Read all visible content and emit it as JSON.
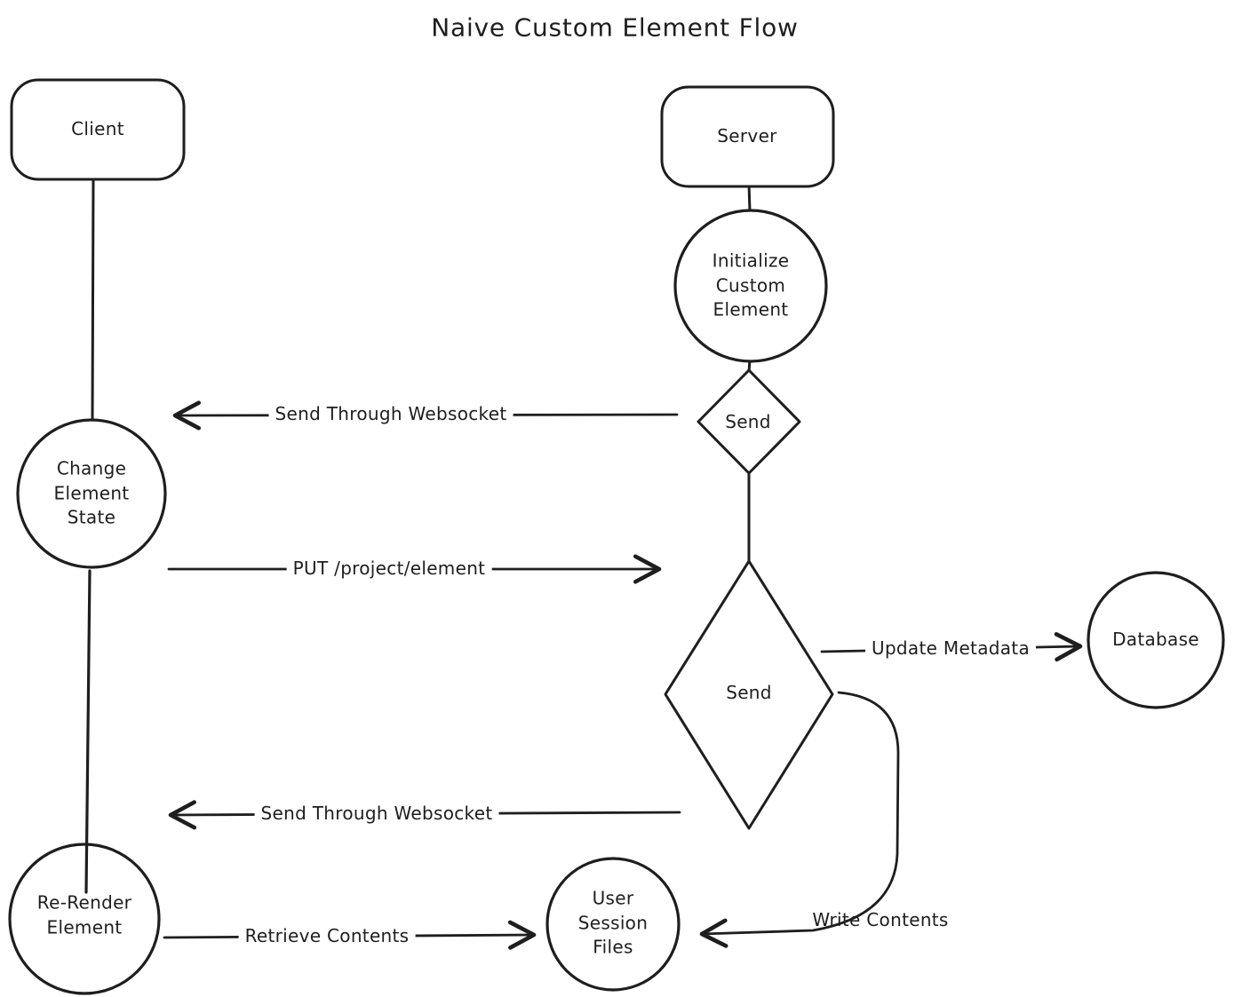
{
  "title": "Naive Custom Element Flow",
  "colors": {
    "stroke": "#1e1e1e",
    "background": "#ffffff"
  },
  "nodes": {
    "client": {
      "label": "Client",
      "shape": "rounded-rectangle"
    },
    "server": {
      "label": "Server",
      "shape": "rounded-rectangle"
    },
    "initialize_custom_element": {
      "label": "Initialize\nCustom\nElement",
      "shape": "circle"
    },
    "send_websocket_decision": {
      "label": "Send",
      "shape": "diamond"
    },
    "change_element_state": {
      "label": "Change\nElement\nState",
      "shape": "circle"
    },
    "send_main_decision": {
      "label": "Send",
      "shape": "diamond"
    },
    "database": {
      "label": "Database",
      "shape": "circle"
    },
    "re_render_element": {
      "label": "Re-Render\nElement",
      "shape": "circle"
    },
    "user_session_files": {
      "label": "User\nSession\nFiles",
      "shape": "circle"
    }
  },
  "edges": {
    "send_through_websocket_top": {
      "label": "Send Through Websocket",
      "direction": "left"
    },
    "put_project_element": {
      "label": "PUT /project/element",
      "direction": "right"
    },
    "update_metadata": {
      "label": "Update Metadata",
      "direction": "right"
    },
    "send_through_websocket_bottom": {
      "label": "Send Through Websocket",
      "direction": "left"
    },
    "retrieve_contents": {
      "label": "Retrieve Contents",
      "direction": "right"
    },
    "write_contents": {
      "label": "Write Contents",
      "direction": "curved-left"
    }
  }
}
